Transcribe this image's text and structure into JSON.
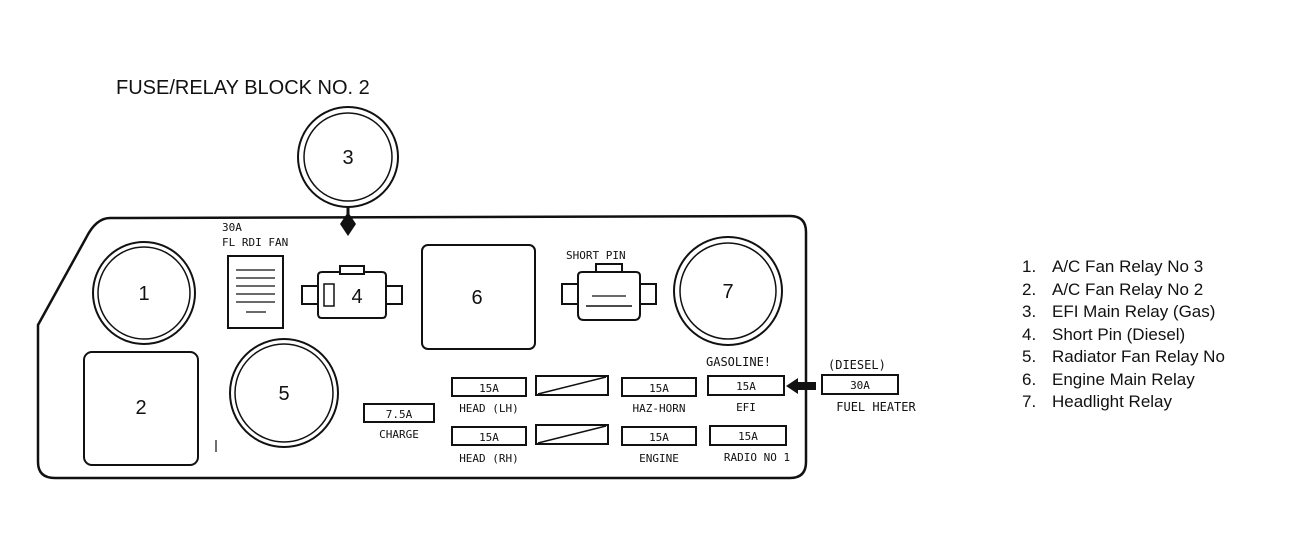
{
  "title": "FUSE/RELAY BLOCK NO. 2",
  "components": {
    "c1": "1",
    "c2": "2",
    "c3": "3",
    "c4": "4",
    "c5": "5",
    "c6": "6",
    "c7": "7"
  },
  "labels": {
    "fan_amp": "30A",
    "fan_name": "FL RDI FAN",
    "short_pin": "SHORT PIN",
    "gasoline": "GASOLINE!",
    "diesel": "(DIESEL)"
  },
  "fuses": [
    {
      "id": "charge",
      "amp": "7.5A",
      "label": "CHARGE"
    },
    {
      "id": "head_lh",
      "amp": "15A",
      "label": "HEAD (LH)"
    },
    {
      "id": "head_rh",
      "amp": "15A",
      "label": "HEAD (RH)"
    },
    {
      "id": "haz_horn",
      "amp": "15A",
      "label": "HAZ-HORN"
    },
    {
      "id": "engine",
      "amp": "15A",
      "label": "ENGINE"
    },
    {
      "id": "efi",
      "amp": "15A",
      "label": "EFI"
    },
    {
      "id": "radio",
      "amp": "15A",
      "label": "RADIO NO 1"
    },
    {
      "id": "fuel_heater",
      "amp": "30A",
      "label": "FUEL HEATER"
    }
  ],
  "legend": [
    {
      "num": "1.",
      "text": "A/C Fan Relay No 3"
    },
    {
      "num": "2.",
      "text": "A/C Fan Relay No 2"
    },
    {
      "num": "3.",
      "text": "EFI Main Relay (Gas)"
    },
    {
      "num": "4.",
      "text": "Short Pin (Diesel)"
    },
    {
      "num": "5.",
      "text": "Radiator Fan Relay No"
    },
    {
      "num": "6.",
      "text": "Engine Main Relay"
    },
    {
      "num": "7.",
      "text": "Headlight Relay"
    }
  ]
}
